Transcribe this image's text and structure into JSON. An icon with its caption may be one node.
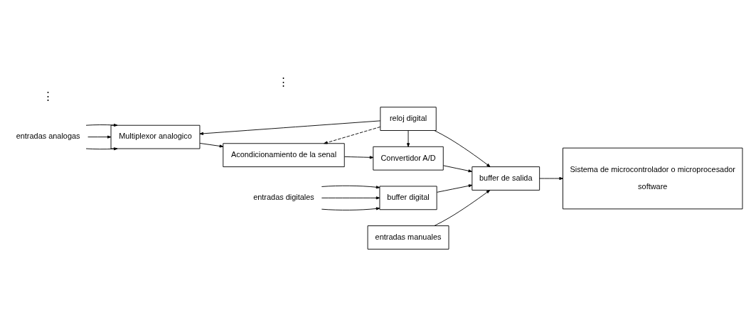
{
  "diagram": {
    "nodes": [
      {
        "text": [
          "entradas analogas"
        ]
      },
      {
        "text": [
          "Multiplexor analogico"
        ]
      },
      {
        "text": [
          "Acondicionamiento de la senal"
        ]
      },
      {
        "text": [
          "Convertidor A/D"
        ]
      },
      {
        "text": [
          "reloj digital"
        ]
      },
      {
        "text": [
          "buffer de salida"
        ]
      },
      {
        "text": [
          "Sistema de microcontrolador o microprocesador",
          "software"
        ]
      },
      {
        "text": [
          "entradas digitales"
        ]
      },
      {
        "text": [
          "buffer digital"
        ]
      },
      {
        "text": [
          "entradas manuales"
        ]
      }
    ],
    "edges": [
      {
        "from": 0,
        "to": 1,
        "arrow": "to"
      },
      {
        "from": 0,
        "to": 1,
        "arrow": "to"
      },
      {
        "from": 0,
        "to": 1,
        "arrow": "to"
      },
      {
        "from": 1,
        "to": 2,
        "arrow": "to"
      },
      {
        "from": 2,
        "to": 3,
        "arrow": "to"
      },
      {
        "from": 3,
        "to": 5,
        "arrow": "to"
      },
      {
        "from": 5,
        "to": 6,
        "arrow": "to"
      },
      {
        "from": 4,
        "to": 1,
        "arrow": "to"
      },
      {
        "from": 4,
        "to": 2,
        "arrow": "to",
        "style": "dashed"
      },
      {
        "from": 4,
        "to": 3,
        "arrow": "to"
      },
      {
        "from": 4,
        "to": 5,
        "arrow": "to"
      },
      {
        "from": 7,
        "to": 8,
        "arrow": "to"
      },
      {
        "from": 7,
        "to": 8,
        "arrow": "to"
      },
      {
        "from": 7,
        "to": 8,
        "arrow": "to"
      },
      {
        "from": 8,
        "to": 5,
        "arrow": "to"
      },
      {
        "from": 9,
        "to": 5,
        "arrow": "to"
      }
    ],
    "labels": [
      "⋮",
      "⋮"
    ]
  }
}
